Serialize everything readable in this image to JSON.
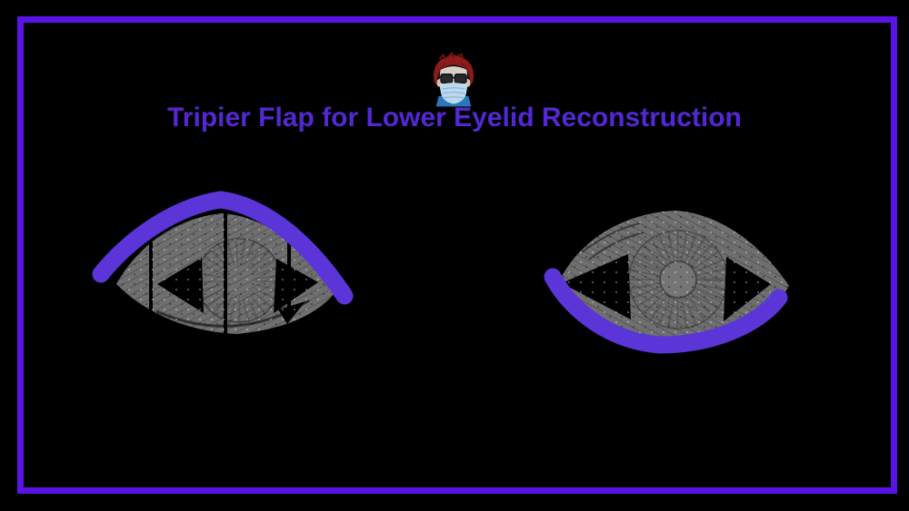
{
  "page": {
    "background_color": "#000000",
    "frame_color": "#5a13e6"
  },
  "header": {
    "avatar_icon": "surgeon-avatar-icon",
    "title": "Tripier Flap for Lower Eyelid Reconstruction",
    "title_color": "#5328d2"
  },
  "illustrations": {
    "sketch_color": "#6f6f6f",
    "highlight_color": "#5b35d8",
    "left_eye": {
      "name": "eye-sketch-upper-lid-highlighted",
      "highlight_region": "upper eyelid / brow arc",
      "markings": "three vertical division lines"
    },
    "right_eye": {
      "name": "eye-sketch-lower-lid-highlighted",
      "highlight_region": "lower eyelid arc"
    }
  },
  "avatar_colors": {
    "hair": "#8e1b1b",
    "skin": "#d8cfc7",
    "glasses": "#26282a",
    "mask": "#bcd8ee",
    "scrubs": "#2a78b8"
  }
}
